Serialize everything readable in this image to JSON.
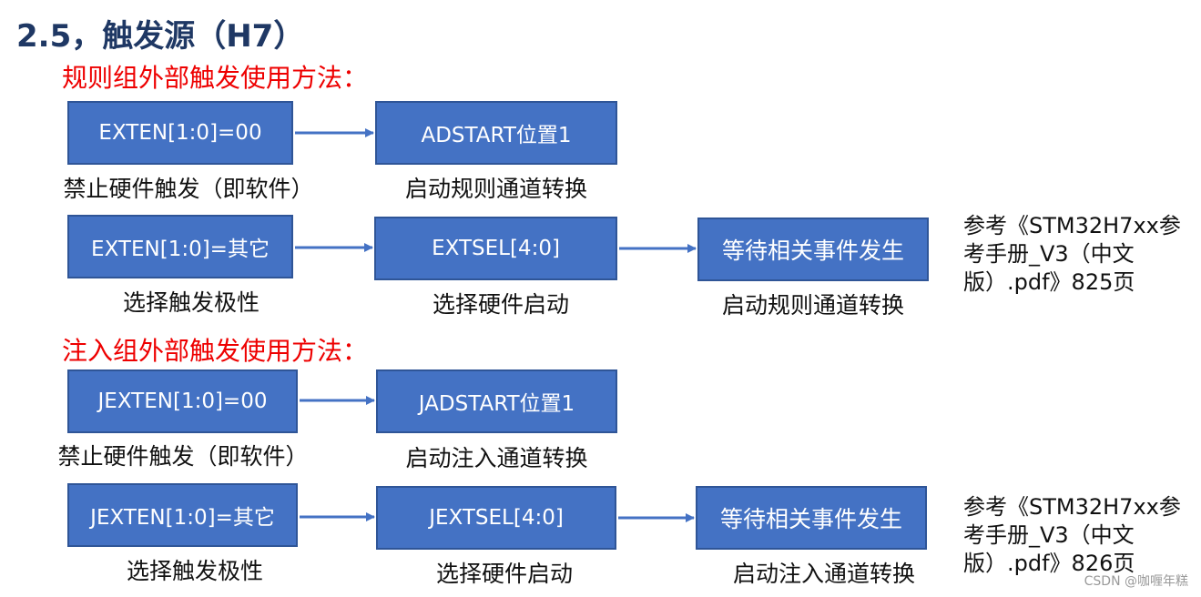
{
  "title": "2.5，触发源（H7）",
  "regular": {
    "heading": "规则组外部触发使用方法：",
    "row1": {
      "box1": "EXTEN[1:0]=00",
      "box2": "ADSTART位置1",
      "cap1": "禁止硬件触发（即软件）",
      "cap2": "启动规则通道转换"
    },
    "row2": {
      "box1": "EXTEN[1:0]=其它",
      "box2": "EXTSEL[4:0]",
      "box3": "等待相关事件发生",
      "cap1": "选择触发极性",
      "cap2": "选择硬件启动",
      "cap3": "启动规则通道转换",
      "ref": [
        "参考《STM32H7xx参",
        "考手册_V3（中文",
        "版）.pdf》825页"
      ]
    }
  },
  "injected": {
    "heading": "注入组外部触发使用方法：",
    "row1": {
      "box1": "JEXTEN[1:0]=00",
      "box2": "JADSTART位置1",
      "cap1": "禁止硬件触发（即软件）",
      "cap2": "启动注入通道转换"
    },
    "row2": {
      "box1": "JEXTEN[1:0]=其它",
      "box2": "JEXTSEL[4:0]",
      "box3": "等待相关事件发生",
      "cap1": "选择触发极性",
      "cap2": "选择硬件启动",
      "cap3": "启动注入通道转换",
      "ref": [
        "参考《STM32H7xx参",
        "考手册_V3（中文",
        "版）.pdf》826页"
      ]
    }
  },
  "watermark": "CSDN @咖喱年糕",
  "colors": {
    "box_fill": "#4472c4",
    "box_border": "#2f5597",
    "heading": "#ee0000",
    "title": "#1f3864",
    "arrow": "#4472c4"
  }
}
